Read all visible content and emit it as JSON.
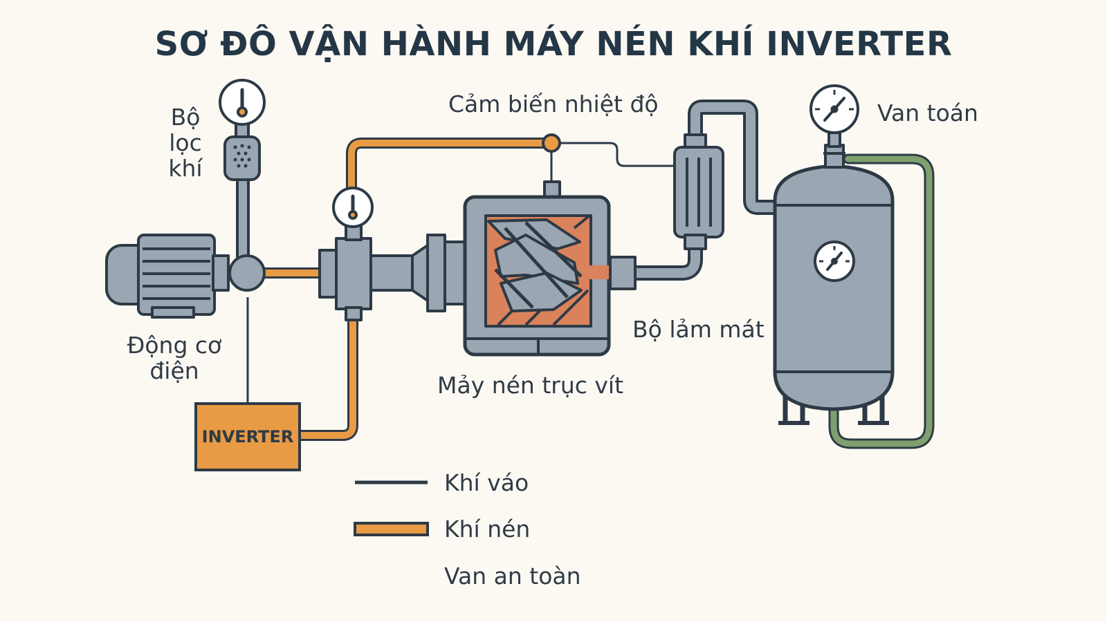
{
  "title": "SƠ ĐÔ VẬN HÀNH MÁY NÉN KHÍ INVERTER",
  "labels": {
    "air_filter_line1": "Bộ",
    "air_filter_line2": "lọc",
    "air_filter_line3": "khí",
    "motor_line1": "Động cơ",
    "motor_line2": "điện",
    "temp_sensor": "Cảm biến nhiệt độ",
    "safety_valve_top": "Van toán",
    "compressor": "Mảy nén trục vít",
    "cooler": "Bộ lảm mát",
    "inverter": "INVERTER"
  },
  "legend": {
    "intake": "Khí váo",
    "compressed": "Khí nén",
    "safety_valve": "Van an toàn"
  },
  "colors": {
    "background": "#fcf9f3",
    "outline": "#2d3a45",
    "metal": "#9aa6b1",
    "compressed_line": "#e89a45",
    "compressor_body": "#d9825c",
    "safety_line": "#7fa06e",
    "inverter_box": "#e89a45"
  }
}
